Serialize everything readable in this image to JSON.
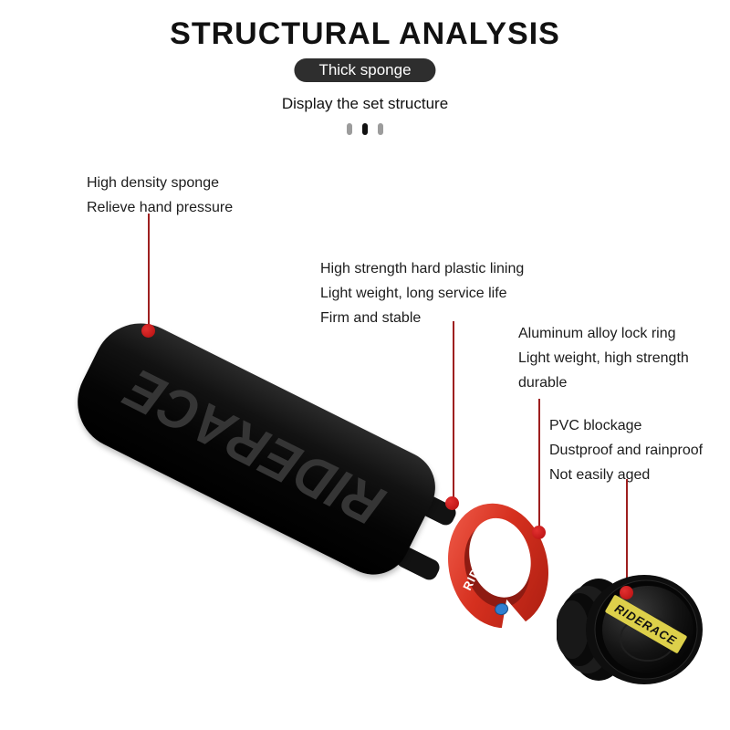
{
  "page": {
    "title": "STRUCTURAL ANALYSIS",
    "badge": "Thick sponge",
    "subtitle": "Display the set structure"
  },
  "brand": "RIDERACE",
  "progress_indicator": {
    "count": 3,
    "active_index": 1
  },
  "annotations": [
    {
      "id": "sponge",
      "lines": [
        "High density sponge",
        "Relieve hand pressure"
      ]
    },
    {
      "id": "plastic-lining",
      "lines": [
        "High strength hard plastic lining",
        "Light weight, long service life",
        "Firm and stable"
      ]
    },
    {
      "id": "lock-ring",
      "lines": [
        "Aluminum alloy lock ring",
        "Light weight, high strength",
        "durable"
      ]
    },
    {
      "id": "end-cap",
      "lines": [
        "PVC blockage",
        "Dustproof and rainproof",
        "Not easily aged"
      ]
    }
  ],
  "colors": {
    "leader_line_red": "#9e1f1f",
    "leader_dot_red": "#c81616",
    "badge_bg": "#2e2e2e",
    "ring_red": "#d6301f",
    "cap_label_yellow": "#ddd04a",
    "grip_black": "#0a0a0a",
    "text_dark": "#1c1c1c"
  }
}
